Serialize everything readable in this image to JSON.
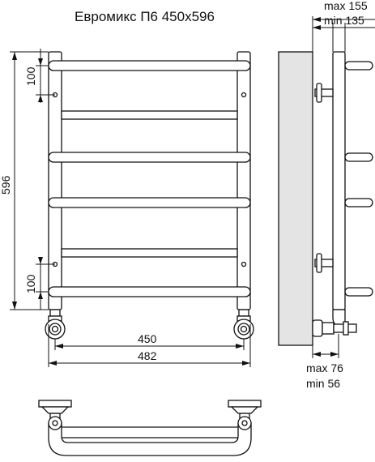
{
  "title": "Евромикс П6 450х596",
  "dimensions": {
    "height_total": "596",
    "top_offset": "100",
    "bottom_offset": "100",
    "width_axis": "450",
    "width_overall": "482",
    "depth_max_top": "max 155",
    "depth_min_top": "min 135",
    "depth_max_bottom": "max 76",
    "depth_min_bottom": "min 56"
  }
}
